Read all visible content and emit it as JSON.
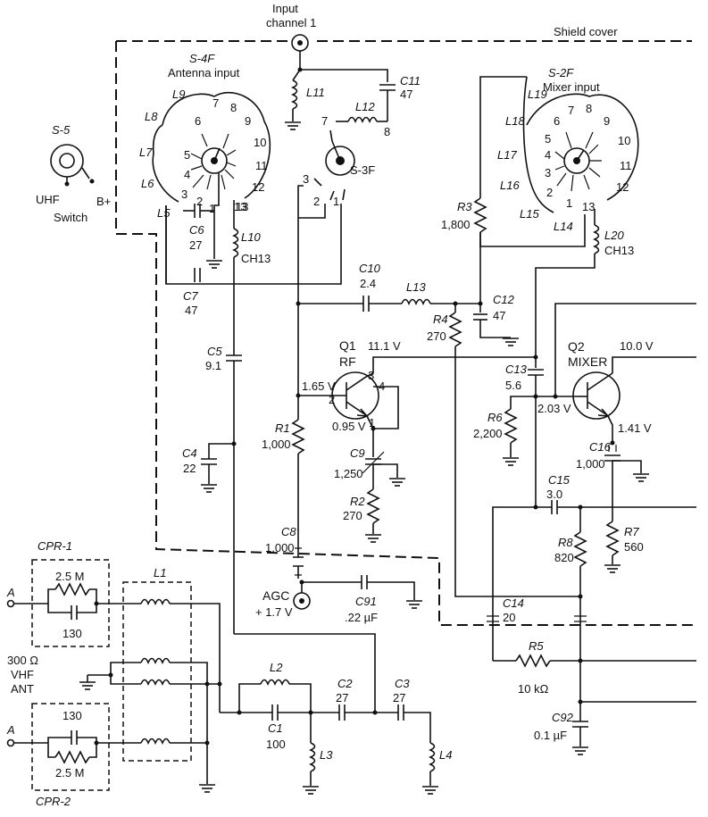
{
  "title": {
    "input_l1": "Input",
    "input_l2": "channel 1",
    "shield": "Shield cover"
  },
  "switches": {
    "s4f_name": "S-4F",
    "s4f_desc": "Antenna input",
    "s2f_name": "S-2F",
    "s2f_desc": "Mixer input",
    "s3f_name": "S-3F",
    "s5_name": "S-5",
    "s5_uhf": "UHF",
    "s5_bplus": "B+",
    "s5_desc": "Switch",
    "s4f_coils": [
      "L5",
      "L6",
      "L7",
      "L8",
      "L9"
    ],
    "s2f_coils": [
      "L19",
      "L18",
      "L17",
      "L16",
      "L15",
      "L14"
    ],
    "positions": [
      "1",
      "2",
      "3",
      "4",
      "5",
      "6",
      "7",
      "8",
      "9",
      "10",
      "11",
      "12",
      "13"
    ]
  },
  "components": {
    "C2": {
      "name": "C2",
      "value": "27"
    },
    "C3": {
      "name": "C3",
      "value": "27"
    },
    "C1": {
      "name": "C1",
      "value": "100"
    },
    "C4": {
      "name": "C4",
      "value": "22"
    },
    "C5": {
      "name": "C5",
      "value": "9.1"
    },
    "C6": {
      "name": "C6",
      "value": "27"
    },
    "C7": {
      "name": "C7",
      "value": "47"
    },
    "C8": {
      "name": "C8",
      "value": "1,000"
    },
    "C9": {
      "name": "C9",
      "value": "1,250"
    },
    "C10": {
      "name": "C10",
      "value": "2.4"
    },
    "C11": {
      "name": "C11",
      "value": "47"
    },
    "C12": {
      "name": "C12",
      "value": "47"
    },
    "C13": {
      "name": "C13",
      "value": "5.6"
    },
    "C14": {
      "name": "C14",
      "value": "20"
    },
    "C15": {
      "name": "C15",
      "value": "3.0"
    },
    "C16": {
      "name": "C16",
      "value": "1,000"
    },
    "C91": {
      "name": "C91",
      "value": ".22 µF"
    },
    "C92": {
      "name": "C92",
      "value": "0.1 µF"
    },
    "R1": {
      "name": "R1",
      "value": "1,000"
    },
    "R2": {
      "name": "R2",
      "value": "270"
    },
    "R3": {
      "name": "R3",
      "value": "1,800"
    },
    "R4": {
      "name": "R4",
      "value": "270"
    },
    "R5": {
      "name": "R5",
      "value": "10 kΩ"
    },
    "R6": {
      "name": "R6",
      "value": "2,200"
    },
    "R7": {
      "name": "R7",
      "value": "560"
    },
    "R8": {
      "name": "R8",
      "value": "820"
    },
    "L1": "L1",
    "L2": "L2",
    "L3": "L3",
    "L4": "L4",
    "L10": "L10",
    "L10b": "CH13",
    "L11": "L11",
    "L12": "L12",
    "L13": "L13",
    "L20": "L20",
    "L20b": "CH13"
  },
  "transistors": {
    "q1_name": "Q1",
    "q1_type": "RF",
    "q1_vc": "11.1 V",
    "q1_vb": "1.65 V",
    "q1_ve": "0.95 V",
    "q2_name": "Q2",
    "q2_type": "MIXER",
    "q2_vc": "10.0 V",
    "q2_vb": "2.03 V",
    "q2_ve": "1.41 V",
    "pins": [
      "1",
      "2",
      "3",
      "4"
    ]
  },
  "agc": {
    "label": "AGC",
    "voltage": "+ 1.7 V"
  },
  "antenna": {
    "cpr1": "CPR-1",
    "cpr2": "CPR-2",
    "r_val": "2.5 M",
    "c_val": "130",
    "input_a": "A",
    "ant_l1": "300 Ω",
    "ant_l2": "VHF",
    "ant_l3": "ANT"
  },
  "pins": {
    "p1": "1",
    "p2": "2",
    "p3": "3",
    "p7": "7",
    "p8": "8",
    "p13": "13"
  }
}
